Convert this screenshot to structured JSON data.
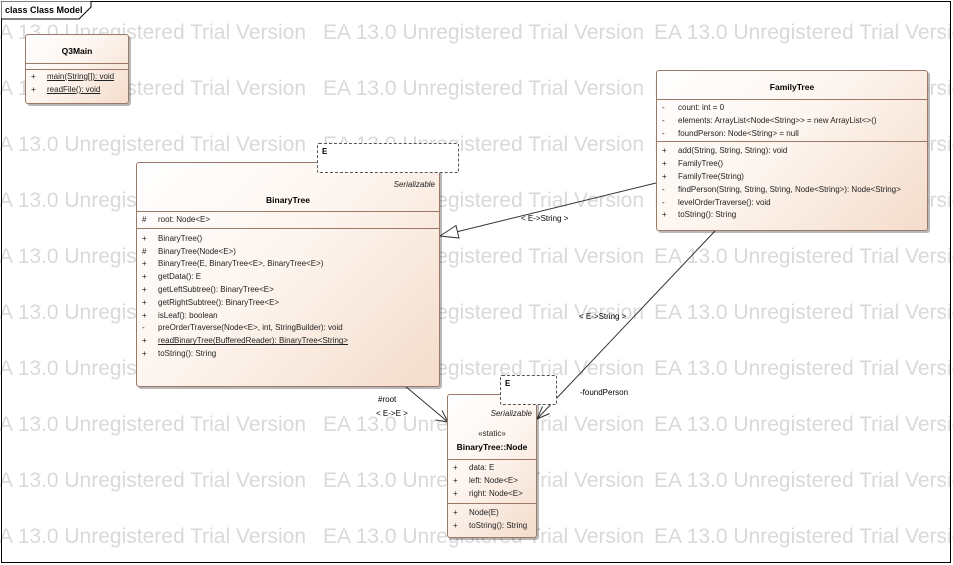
{
  "frame": {
    "title": "class Class Model"
  },
  "watermark": {
    "text": "EA 13.0 Unregistered Trial Version"
  },
  "classes": {
    "q3main": {
      "name": "Q3Main",
      "operations": [
        {
          "vis": "+",
          "sig": "main(String[]): void",
          "static": true
        },
        {
          "vis": "+",
          "sig": "readFile(): void",
          "static": true
        }
      ]
    },
    "binarytree": {
      "name": "BinaryTree",
      "tag": "Serializable",
      "template_param": "E",
      "attributes": [
        {
          "vis": "#",
          "sig": "root: Node<E>"
        }
      ],
      "operations": [
        {
          "vis": "+",
          "sig": "BinaryTree()"
        },
        {
          "vis": "#",
          "sig": "BinaryTree(Node<E>)"
        },
        {
          "vis": "+",
          "sig": "BinaryTree(E, BinaryTree<E>, BinaryTree<E>)"
        },
        {
          "vis": "+",
          "sig": "getData(): E"
        },
        {
          "vis": "+",
          "sig": "getLeftSubtree(): BinaryTree<E>"
        },
        {
          "vis": "+",
          "sig": "getRightSubtree(): BinaryTree<E>"
        },
        {
          "vis": "+",
          "sig": "isLeaf(): boolean"
        },
        {
          "vis": "-",
          "sig": "preOrderTraverse(Node<E>, int, StringBuilder): void"
        },
        {
          "vis": "+",
          "sig": "readBinaryTree(BufferedReader): BinaryTree<String>",
          "static": true
        },
        {
          "vis": "+",
          "sig": "toString(): String"
        }
      ]
    },
    "familytree": {
      "name": "FamilyTree",
      "attributes": [
        {
          "vis": "-",
          "sig": "count: int = 0"
        },
        {
          "vis": "-",
          "sig": "elements: ArrayList<Node<String>> = new ArrayList<>()"
        },
        {
          "vis": "-",
          "sig": "foundPerson: Node<String> = null"
        }
      ],
      "operations": [
        {
          "vis": "+",
          "sig": "add(String, String, String): void"
        },
        {
          "vis": "+",
          "sig": "FamilyTree()"
        },
        {
          "vis": "+",
          "sig": "FamilyTree(String)"
        },
        {
          "vis": "-",
          "sig": "findPerson(String, String, String, Node<String>): Node<String>"
        },
        {
          "vis": "-",
          "sig": "levelOrderTraverse(): void"
        },
        {
          "vis": "+",
          "sig": "toString(): String"
        }
      ]
    },
    "node": {
      "stereotype": "«static»",
      "name": "BinaryTree::Node",
      "tag": "Serializable",
      "template_param": "E",
      "attributes": [
        {
          "vis": "+",
          "sig": "data: E"
        },
        {
          "vis": "+",
          "sig": "left: Node<E>"
        },
        {
          "vis": "+",
          "sig": "right: Node<E>"
        }
      ],
      "operations": [
        {
          "vis": "+",
          "sig": "Node(E)"
        },
        {
          "vis": "+",
          "sig": "toString(): String"
        }
      ]
    }
  },
  "connectors": {
    "familytree_binarytree": {
      "label": "< E->String >"
    },
    "familytree_node": {
      "binding": "< E->String >",
      "role": "-foundPerson"
    },
    "binarytree_node": {
      "role": "#root",
      "binding": "< E->E >"
    }
  },
  "colors": {
    "class_fill_start": "#ffffff",
    "class_fill_end": "#f4dccb",
    "class_border": "#9a7a66",
    "watermark": "#d9d9d9"
  }
}
